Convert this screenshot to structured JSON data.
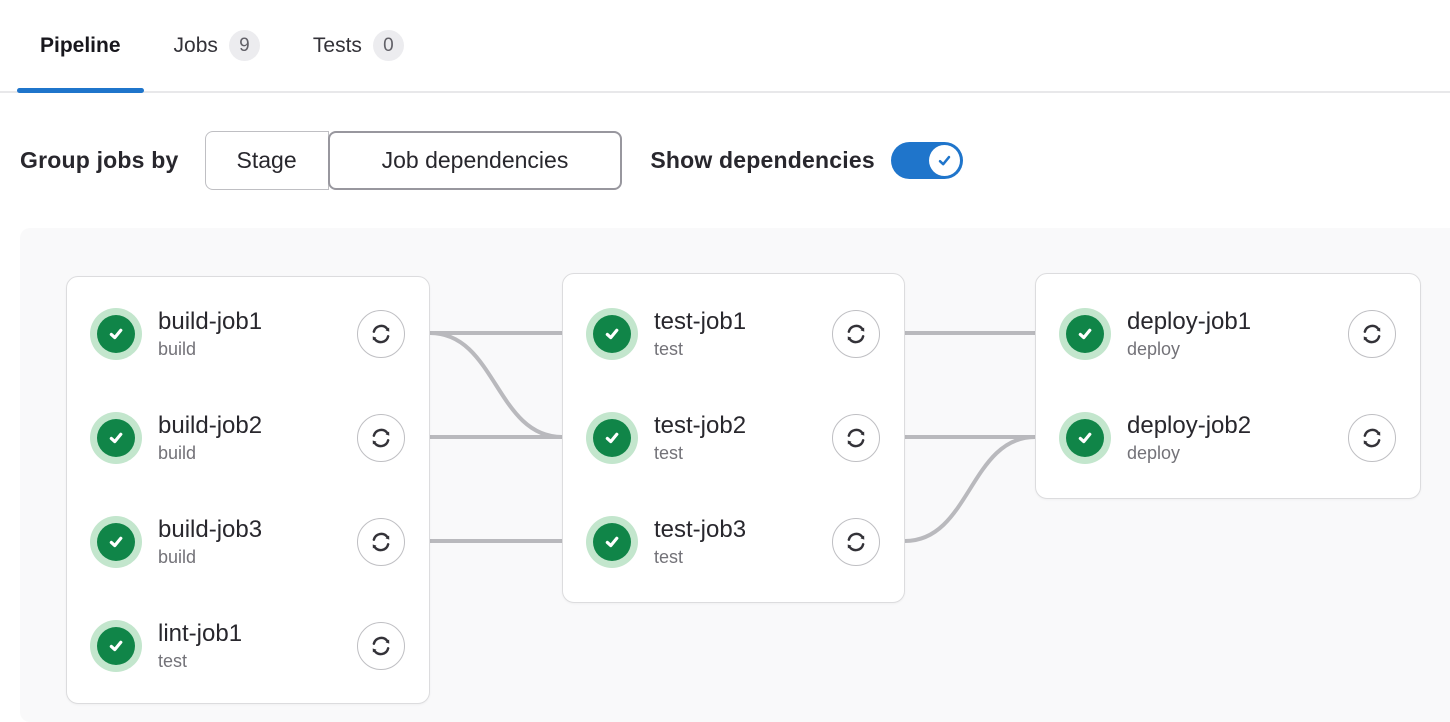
{
  "tabs": [
    {
      "label": "Pipeline",
      "badge": null,
      "active": true
    },
    {
      "label": "Jobs",
      "badge": "9",
      "active": false
    },
    {
      "label": "Tests",
      "badge": "0",
      "active": false
    }
  ],
  "controls": {
    "group_label": "Group jobs by",
    "group_options": [
      {
        "label": "Stage",
        "selected": false
      },
      {
        "label": "Job dependencies",
        "selected": true
      }
    ],
    "show_dependencies_label": "Show dependencies",
    "show_dependencies_on": true
  },
  "graph": {
    "columns": [
      {
        "jobs": [
          {
            "name": "build-job1",
            "stage": "build",
            "status": "success"
          },
          {
            "name": "build-job2",
            "stage": "build",
            "status": "success"
          },
          {
            "name": "build-job3",
            "stage": "build",
            "status": "success"
          },
          {
            "name": "lint-job1",
            "stage": "test",
            "status": "success"
          }
        ]
      },
      {
        "jobs": [
          {
            "name": "test-job1",
            "stage": "test",
            "status": "success"
          },
          {
            "name": "test-job2",
            "stage": "test",
            "status": "success"
          },
          {
            "name": "test-job3",
            "stage": "test",
            "status": "success"
          }
        ]
      },
      {
        "jobs": [
          {
            "name": "deploy-job1",
            "stage": "deploy",
            "status": "success"
          },
          {
            "name": "deploy-job2",
            "stage": "deploy",
            "status": "success"
          }
        ]
      }
    ],
    "links": [
      {
        "from": "build-job1",
        "to": "test-job1"
      },
      {
        "from": "build-job1",
        "to": "test-job2"
      },
      {
        "from": "build-job2",
        "to": "test-job2"
      },
      {
        "from": "build-job3",
        "to": "test-job3"
      },
      {
        "from": "test-job1",
        "to": "deploy-job1"
      },
      {
        "from": "test-job2",
        "to": "deploy-job2"
      },
      {
        "from": "test-job3",
        "to": "deploy-job2"
      }
    ]
  },
  "icons": {
    "status_success": "check-circle-icon",
    "retry": "retry-icon",
    "toggle_check": "check-icon"
  },
  "colors": {
    "accent_blue": "#1f75cb",
    "success_green": "#108548",
    "success_ring_green": "#c3e6cd",
    "link_gray": "#b9b9bd",
    "badge_bg": "#ececef",
    "panel_bg": "#f9f9fa"
  }
}
